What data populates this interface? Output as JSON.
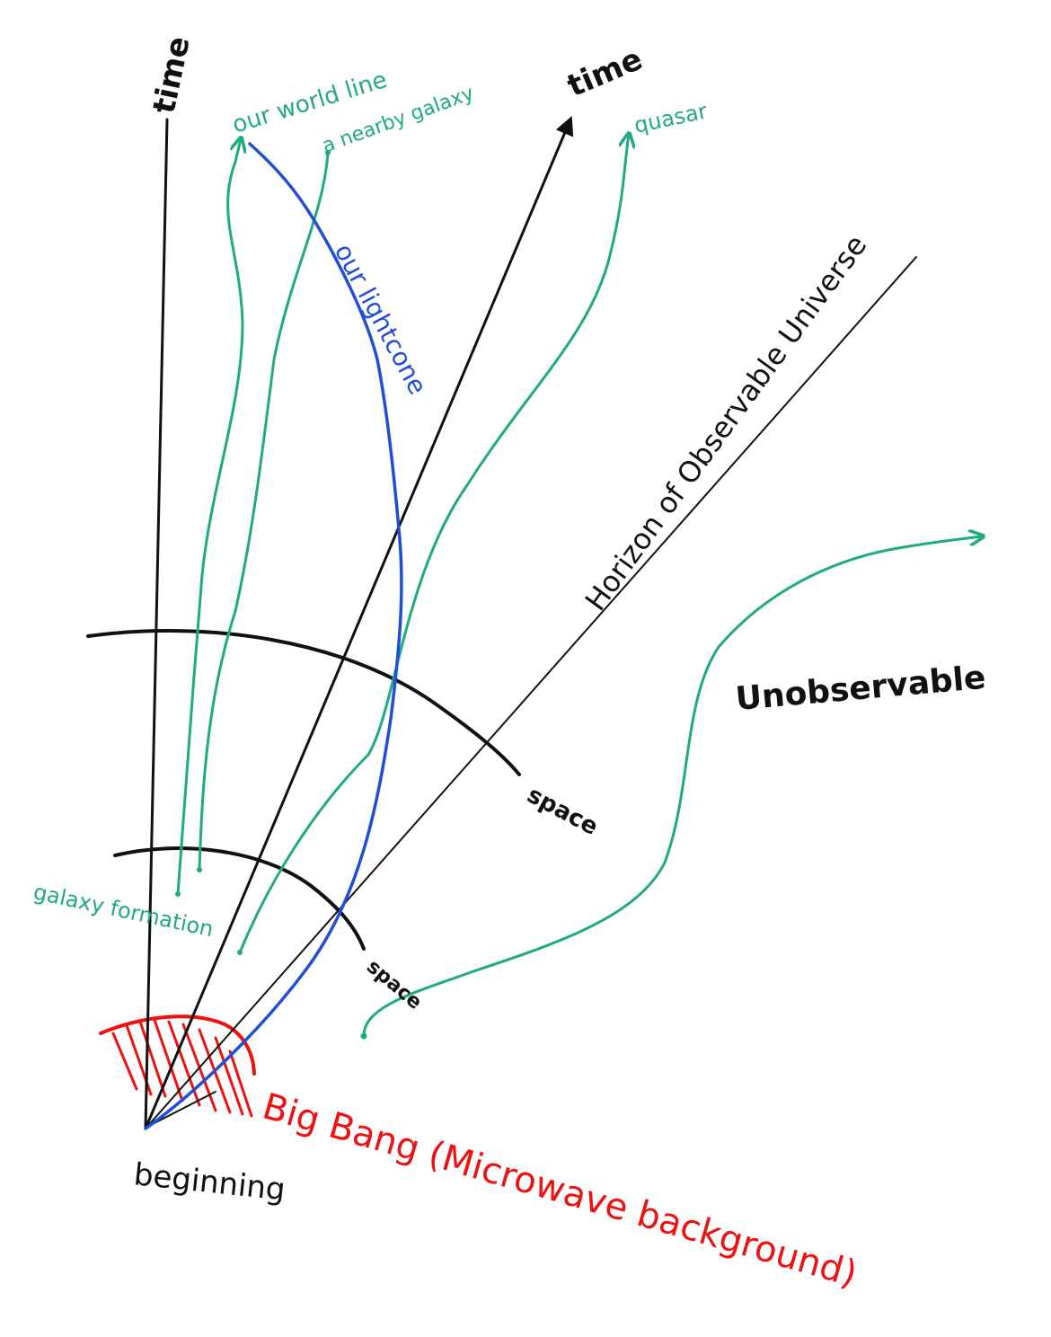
{
  "colors": {
    "black": "#111111",
    "green": "#1faa82",
    "blue": "#1f4fd6",
    "red": "#ee1111"
  },
  "labels": {
    "time_left": "time",
    "time_right": "time",
    "our_world_line": "our world line",
    "nearby_galaxy": "a nearby galaxy",
    "quasar": "quasar",
    "our_lightcone": "our lightcone",
    "horizon": "Horizon of Observable Universe",
    "unobservable": "Unobservable",
    "space_upper": "space",
    "space_lower": "space",
    "galaxy_formation": "galaxy formation",
    "big_bang": "Big Bang (Microwave background)",
    "beginning": "beginning"
  }
}
